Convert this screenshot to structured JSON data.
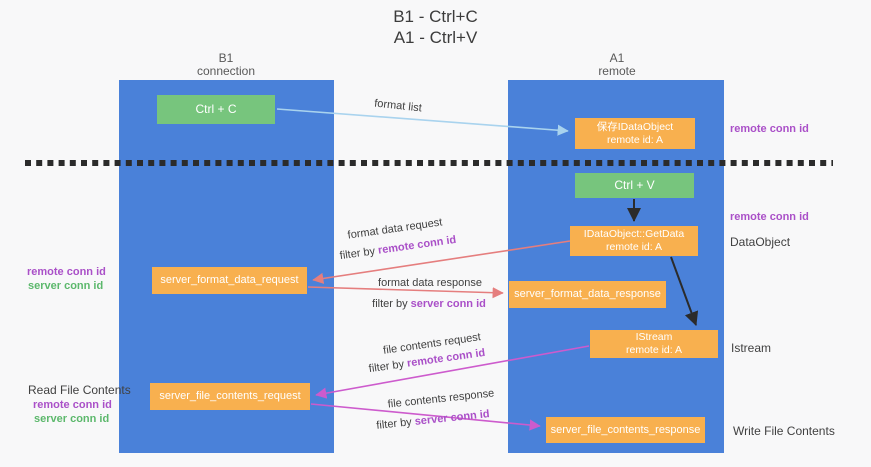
{
  "title": {
    "line1": "B1 - Ctrl+C",
    "line2": "A1 - Ctrl+V"
  },
  "colors": {
    "lane_blue": "#4a81d9",
    "box_orange": "#f8b04f",
    "key_green": "#77c57d",
    "arrow_red": "#e57e7e",
    "arrow_magenta": "#cd5bcd",
    "arrow_light_blue": "#a9d3ee",
    "arrow_black": "#2b2b2b",
    "label_purple": "#aa50c8",
    "label_green": "#5cb86c"
  },
  "lanes": {
    "left": {
      "title": "B1",
      "subtitle": "connection"
    },
    "right": {
      "title": "A1",
      "subtitle": "remote"
    }
  },
  "boxes": {
    "ctrl_c": {
      "label": "Ctrl + C"
    },
    "ctrl_v": {
      "label": "Ctrl + V"
    },
    "save_dataobject": {
      "line1": "保存IDataObject",
      "line2": "remote id: A"
    },
    "getdata": {
      "line1": "IDataObject::GetData",
      "line2": "remote id: A"
    },
    "istream": {
      "line1": "IStream",
      "line2": "remote id: A"
    },
    "server_format_data_request": {
      "label": "server_format_data_request"
    },
    "server_format_data_response": {
      "label": "server_format_data_response"
    },
    "server_file_contents_request": {
      "label": "server_file_contents_request"
    },
    "server_file_contents_response": {
      "label": "server_file_contents_response"
    }
  },
  "edge_labels": {
    "format_list": "format list",
    "format_data_request": {
      "text": "format data request",
      "filter_prefix": "filter by ",
      "filter_key": "remote conn id"
    },
    "format_data_response": {
      "text": "format data response",
      "filter_prefix": "filter by ",
      "filter_key": "server conn id"
    },
    "file_contents_request": {
      "text": "file contents request",
      "filter_prefix": "filter by ",
      "filter_key": "remote conn id"
    },
    "file_contents_response": {
      "text": "file contents response",
      "filter_prefix": "filter by ",
      "filter_key": "server conn id"
    }
  },
  "annotations": {
    "top_right_remote_conn_id": "remote conn id",
    "mid_right_remote_conn_id": "remote conn id",
    "dataobject": "DataObject",
    "istream": "Istream",
    "write_file_contents": "Write File Contents",
    "left_remote_conn_id": "remote conn id",
    "left_server_conn_id": "server conn id",
    "read_file_contents": "Read File Contents",
    "read_remote_conn_id": "remote conn id",
    "read_server_conn_id": "server conn id"
  }
}
